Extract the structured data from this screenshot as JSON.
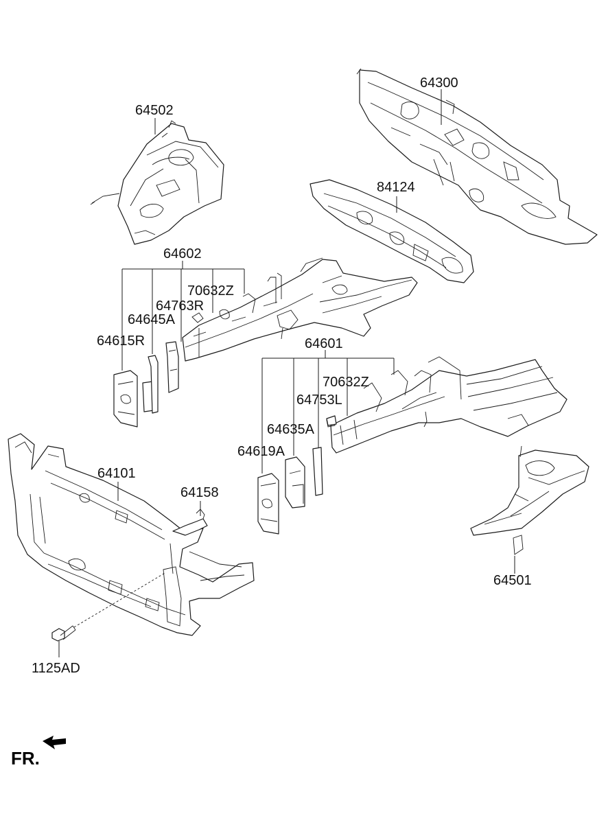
{
  "diagram": {
    "labels": {
      "p64502": "64502",
      "p64300": "64300",
      "p84124": "84124",
      "p64602": "64602",
      "p70632Z_upper": "70632Z",
      "p64763R": "64763R",
      "p64645A": "64645A",
      "p64615R": "64615R",
      "p64601": "64601",
      "p70632Z_lower": "70632Z",
      "p64753L": "64753L",
      "p64635A": "64635A",
      "p64619A": "64619A",
      "p64101": "64101",
      "p64158": "64158",
      "p64501": "64501",
      "p1125AD": "1125AD"
    },
    "direction": {
      "label": "FR.",
      "icon": "arrow-left-icon"
    },
    "colors": {
      "line": "#1a1a1a",
      "background": "#ffffff"
    }
  }
}
